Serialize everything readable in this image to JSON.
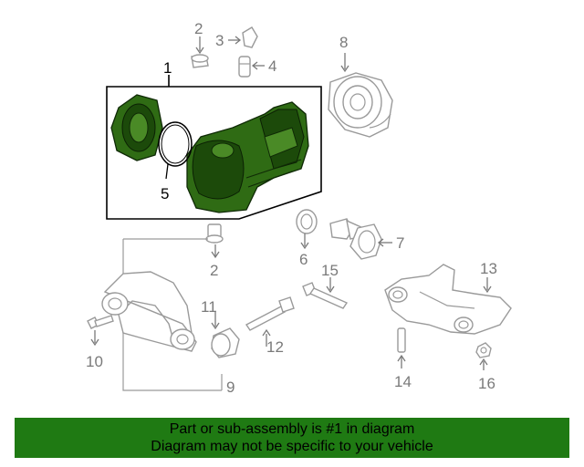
{
  "diagram": {
    "callouts": [
      "1",
      "2",
      "3",
      "4",
      "5",
      "6",
      "7",
      "8",
      "2",
      "9",
      "10",
      "11",
      "12",
      "13",
      "14",
      "15",
      "16"
    ]
  },
  "footer": {
    "line1": "Part or sub-assembly is #1 in diagram",
    "line2": "Diagram may not be specific to your vehicle",
    "color": "#1f7a13"
  },
  "colors": {
    "highlight": "#2f6b14",
    "linework": "#9a9a9a"
  }
}
